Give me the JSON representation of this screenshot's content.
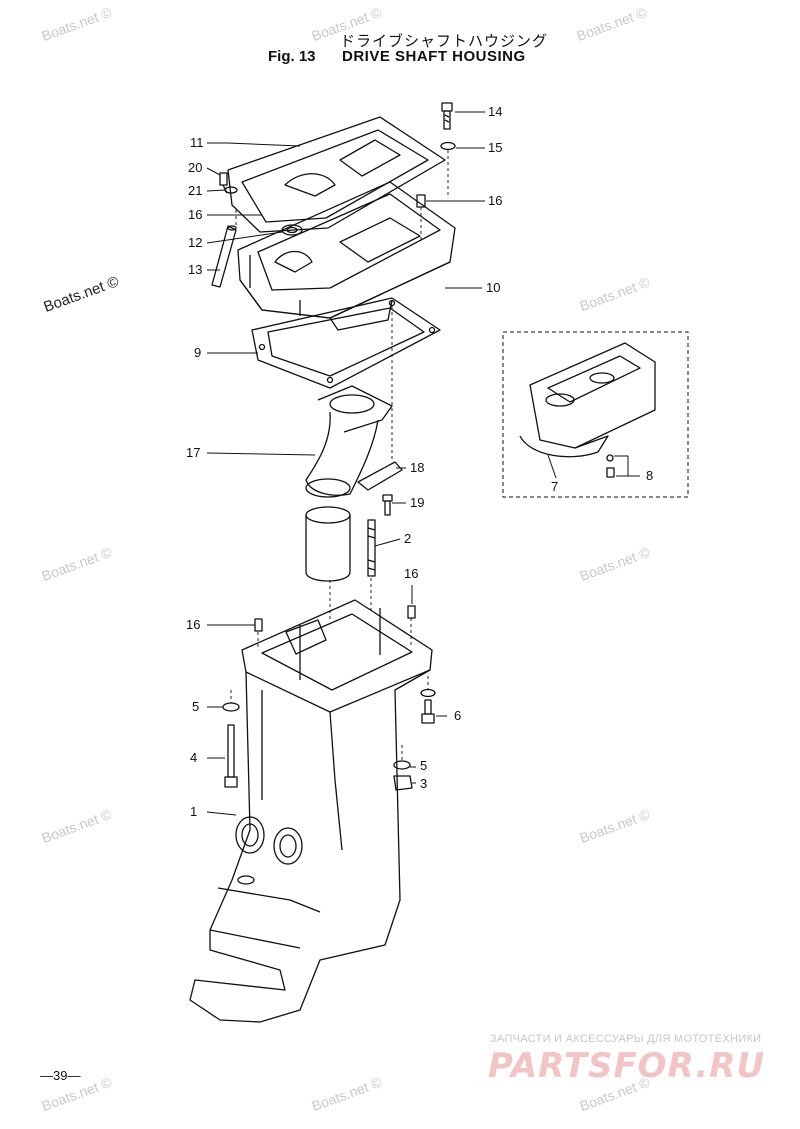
{
  "header": {
    "title_jp": "ドライブシャフトハウジング",
    "fig_number": "Fig. 13",
    "title_en": "DRIVE SHAFT HOUSING"
  },
  "watermark": {
    "text": "Boats.net ©"
  },
  "callouts": {
    "c1": "1",
    "c2": "2",
    "c3": "3",
    "c4": "4",
    "c5": "5",
    "c6": "6",
    "c7": "7",
    "c8": "8",
    "c9": "9",
    "c10": "10",
    "c11": "11",
    "c12": "12",
    "c13": "13",
    "c14": "14",
    "c15": "15",
    "c16": "16",
    "c17": "17",
    "c18": "18",
    "c19": "19",
    "c20": "20",
    "c21": "21"
  },
  "footer": {
    "page_number": "—39—",
    "brand_tagline": "ЗАПЧАСТИ И АКСЕССУАРЫ ДЛЯ МОТОТЕХНИКИ",
    "brand_name": "PARTSFOR.RU"
  }
}
